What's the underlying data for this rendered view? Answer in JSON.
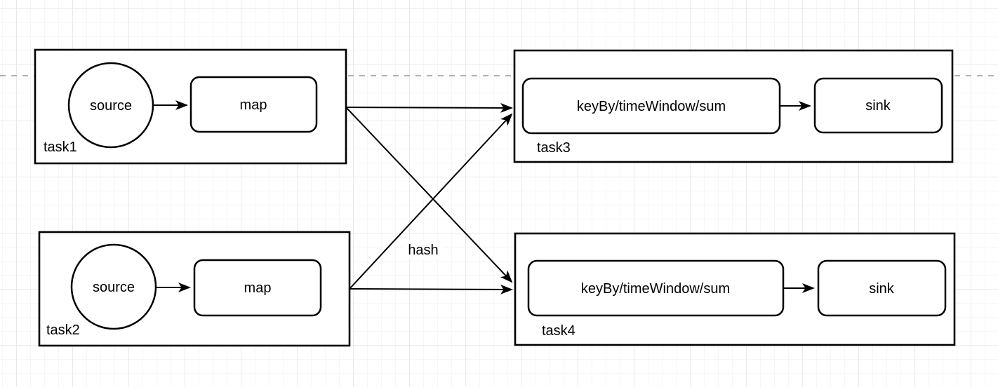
{
  "tasks": {
    "task1": {
      "label": "task1",
      "source": "source",
      "map": "map"
    },
    "task2": {
      "label": "task2",
      "source": "source",
      "map": "map"
    },
    "task3": {
      "label": "task3",
      "operator": "keyBy/timeWindow/sum",
      "sink": "sink"
    },
    "task4": {
      "label": "task4",
      "operator": "keyBy/timeWindow/sum",
      "sink": "sink"
    }
  },
  "edges": {
    "hash_label": "hash"
  },
  "colors": {
    "shape_stroke": "#000000",
    "shape_fill": "#ffffff",
    "grid_minor": "#f6f6f6",
    "grid_major": "#e9e9e9",
    "dashed_guide": "#b3b3b3",
    "canvas_background": "#ffffff"
  }
}
